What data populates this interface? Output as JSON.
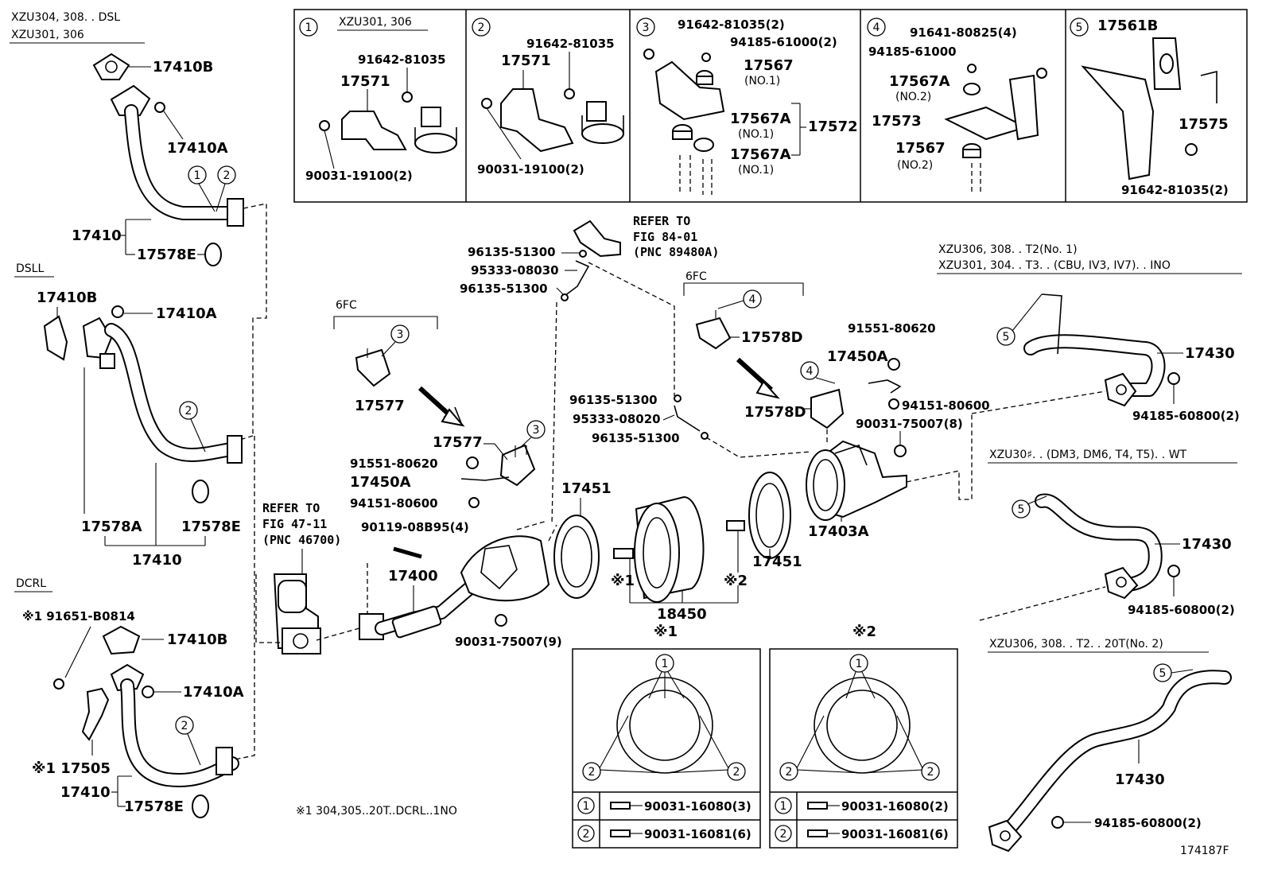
{
  "figure_id": "174187F",
  "diagram": {
    "left_headers": {
      "dsl_line1": "XZU304, 308. . DSL",
      "dsl_line2": "XZU301, 306",
      "dsll": "DSLL",
      "dcrl": "DCRL"
    },
    "inset_boxes": [
      {
        "num": "1",
        "header": "XZU301, 306",
        "labels": [
          "91642-81035",
          "17571",
          "90031-19100(2)"
        ]
      },
      {
        "num": "2",
        "labels": [
          "91642-81035",
          "17571",
          "90031-19100(2)"
        ]
      },
      {
        "num": "3",
        "labels": [
          "91642-81035(2)",
          "94185-61000(2)",
          "17567",
          "(NO.1)",
          "17567A",
          "(NO.1)",
          "17567A",
          "(NO.1)",
          "17572"
        ]
      },
      {
        "num": "4",
        "labels": [
          "91641-80825(4)",
          "94185-61000",
          "17567A",
          "(NO.2)",
          "17573",
          "17567",
          "(NO.2)"
        ]
      },
      {
        "num": "5",
        "labels": [
          "17561B",
          "17575",
          "91642-81035(2)"
        ]
      }
    ],
    "left_labels": {
      "p17410B_a": "17410B",
      "p17410A_a": "17410A",
      "p17410_a": "17410",
      "p17578E_a": "17578E",
      "p17410B_b": "17410B",
      "p17410A_b": "17410A",
      "p17578A": "17578A",
      "p17578E_b": "17578E",
      "p17410_b": "17410",
      "note1_label": "※1 91651-B0814",
      "p17410B_c": "17410B",
      "p17410A_c": "17410A",
      "p17505": "※1 17505",
      "p17410_c": "17410",
      "p17578E_c": "17578E"
    },
    "center_labels": {
      "refer1_line1": "REFER TO",
      "refer1_line2": "FIG 84-01",
      "refer1_line3": "(PNC 89480A)",
      "p96135_a": "96135-51300",
      "p95333_a": "95333-08030",
      "p96135_b": "96135-51300",
      "sixfc_a": "6FC",
      "p17577_a": "17577",
      "p17577_b": "17577",
      "p91551_a": "91551-80620",
      "p17450A_a": "17450A",
      "p94151_a": "94151-80600",
      "refer2_line1": "REFER TO",
      "refer2_line2": "FIG 47-11",
      "refer2_line3": "(PNC 46700)",
      "p90119": "90119-08B95(4)",
      "p17400": "17400",
      "p90031_9": "90031-75007(9)",
      "p17451_a": "17451",
      "p18450": "18450",
      "mark1": "※1",
      "mark2": "※2",
      "sixfc_b": "6FC",
      "p17578D_a": "17578D",
      "p91551_b": "91551-80620",
      "p17450A_b": "17450A",
      "p96135_c": "96135-51300",
      "p95333_b": "95333-08020",
      "p96135_d": "96135-51300",
      "p94151_b": "94151-80600",
      "p17578D_b": "17578D",
      "p90031_8": "90031-75007(8)",
      "p17451_b": "17451",
      "p17403A": "17403A",
      "note_bottom": "※1  304,305..20T..DCRL..1NO"
    },
    "stud_tables": [
      {
        "mark": "※1",
        "rows": [
          {
            "num": "1",
            "part": "90031-16080(3)"
          },
          {
            "num": "2",
            "part": "90031-16081(6)"
          }
        ]
      },
      {
        "mark": "※2",
        "rows": [
          {
            "num": "1",
            "part": "90031-16080(2)"
          },
          {
            "num": "2",
            "part": "90031-16081(6)"
          }
        ]
      }
    ],
    "right_sections": [
      {
        "header1": "XZU306, 308. . T2(No. 1)",
        "header2": "XZU301, 304. . T3. . (CBU, IV3, IV7). . INO",
        "pipe": "17430",
        "nut": "94185-60800(2)"
      },
      {
        "header1": "XZU30♯. . (DM3, DM6, T4, T5). . WT",
        "pipe": "17430",
        "nut": "94185-60800(2)"
      },
      {
        "header1": "XZU306, 308. . T2. . 20T(No. 2)",
        "pipe": "17430",
        "nut": "94185-60800(2)"
      }
    ]
  }
}
